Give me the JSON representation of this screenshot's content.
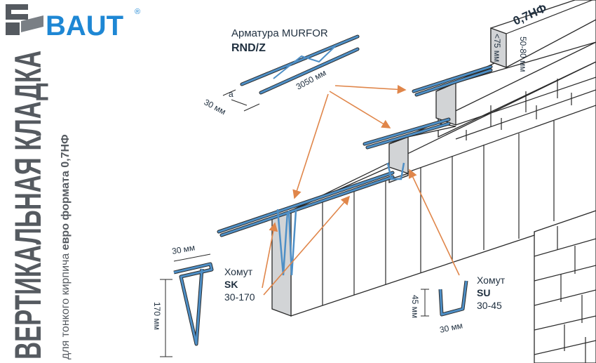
{
  "brand": {
    "name": "BAUT",
    "registered": "®",
    "logo_color": "#1e87d4",
    "logo_mark_color": "#555a60"
  },
  "side_title": {
    "main": "ВЕРТИКАЛЬНАЯ КЛАДКА",
    "sub_prefix": "для тонкого кирпича ",
    "sub_bold": "евро формата 0,7НФ"
  },
  "rebar": {
    "title": "Арматура MURFOR",
    "code": "RND/Z",
    "length": "3050 мм",
    "width": "30 мм",
    "a_label": "a",
    "color": "#4e8fc6"
  },
  "brick": {
    "format": "0,7НФ",
    "depth_label": "<75 мм",
    "height_label": "50-80 мм"
  },
  "clamp_sk": {
    "title": "Хомут",
    "code": "SK",
    "range": "30-170",
    "width": "30 мм",
    "height": "170 мм"
  },
  "clamp_su": {
    "title": "Хомут",
    "code": "SU",
    "range": "30-45",
    "width": "30 мм",
    "height": "45 мм"
  },
  "colors": {
    "arrow": "#e0864a",
    "wall_side": "#d2d4d6",
    "text": "#1f2f3f"
  }
}
